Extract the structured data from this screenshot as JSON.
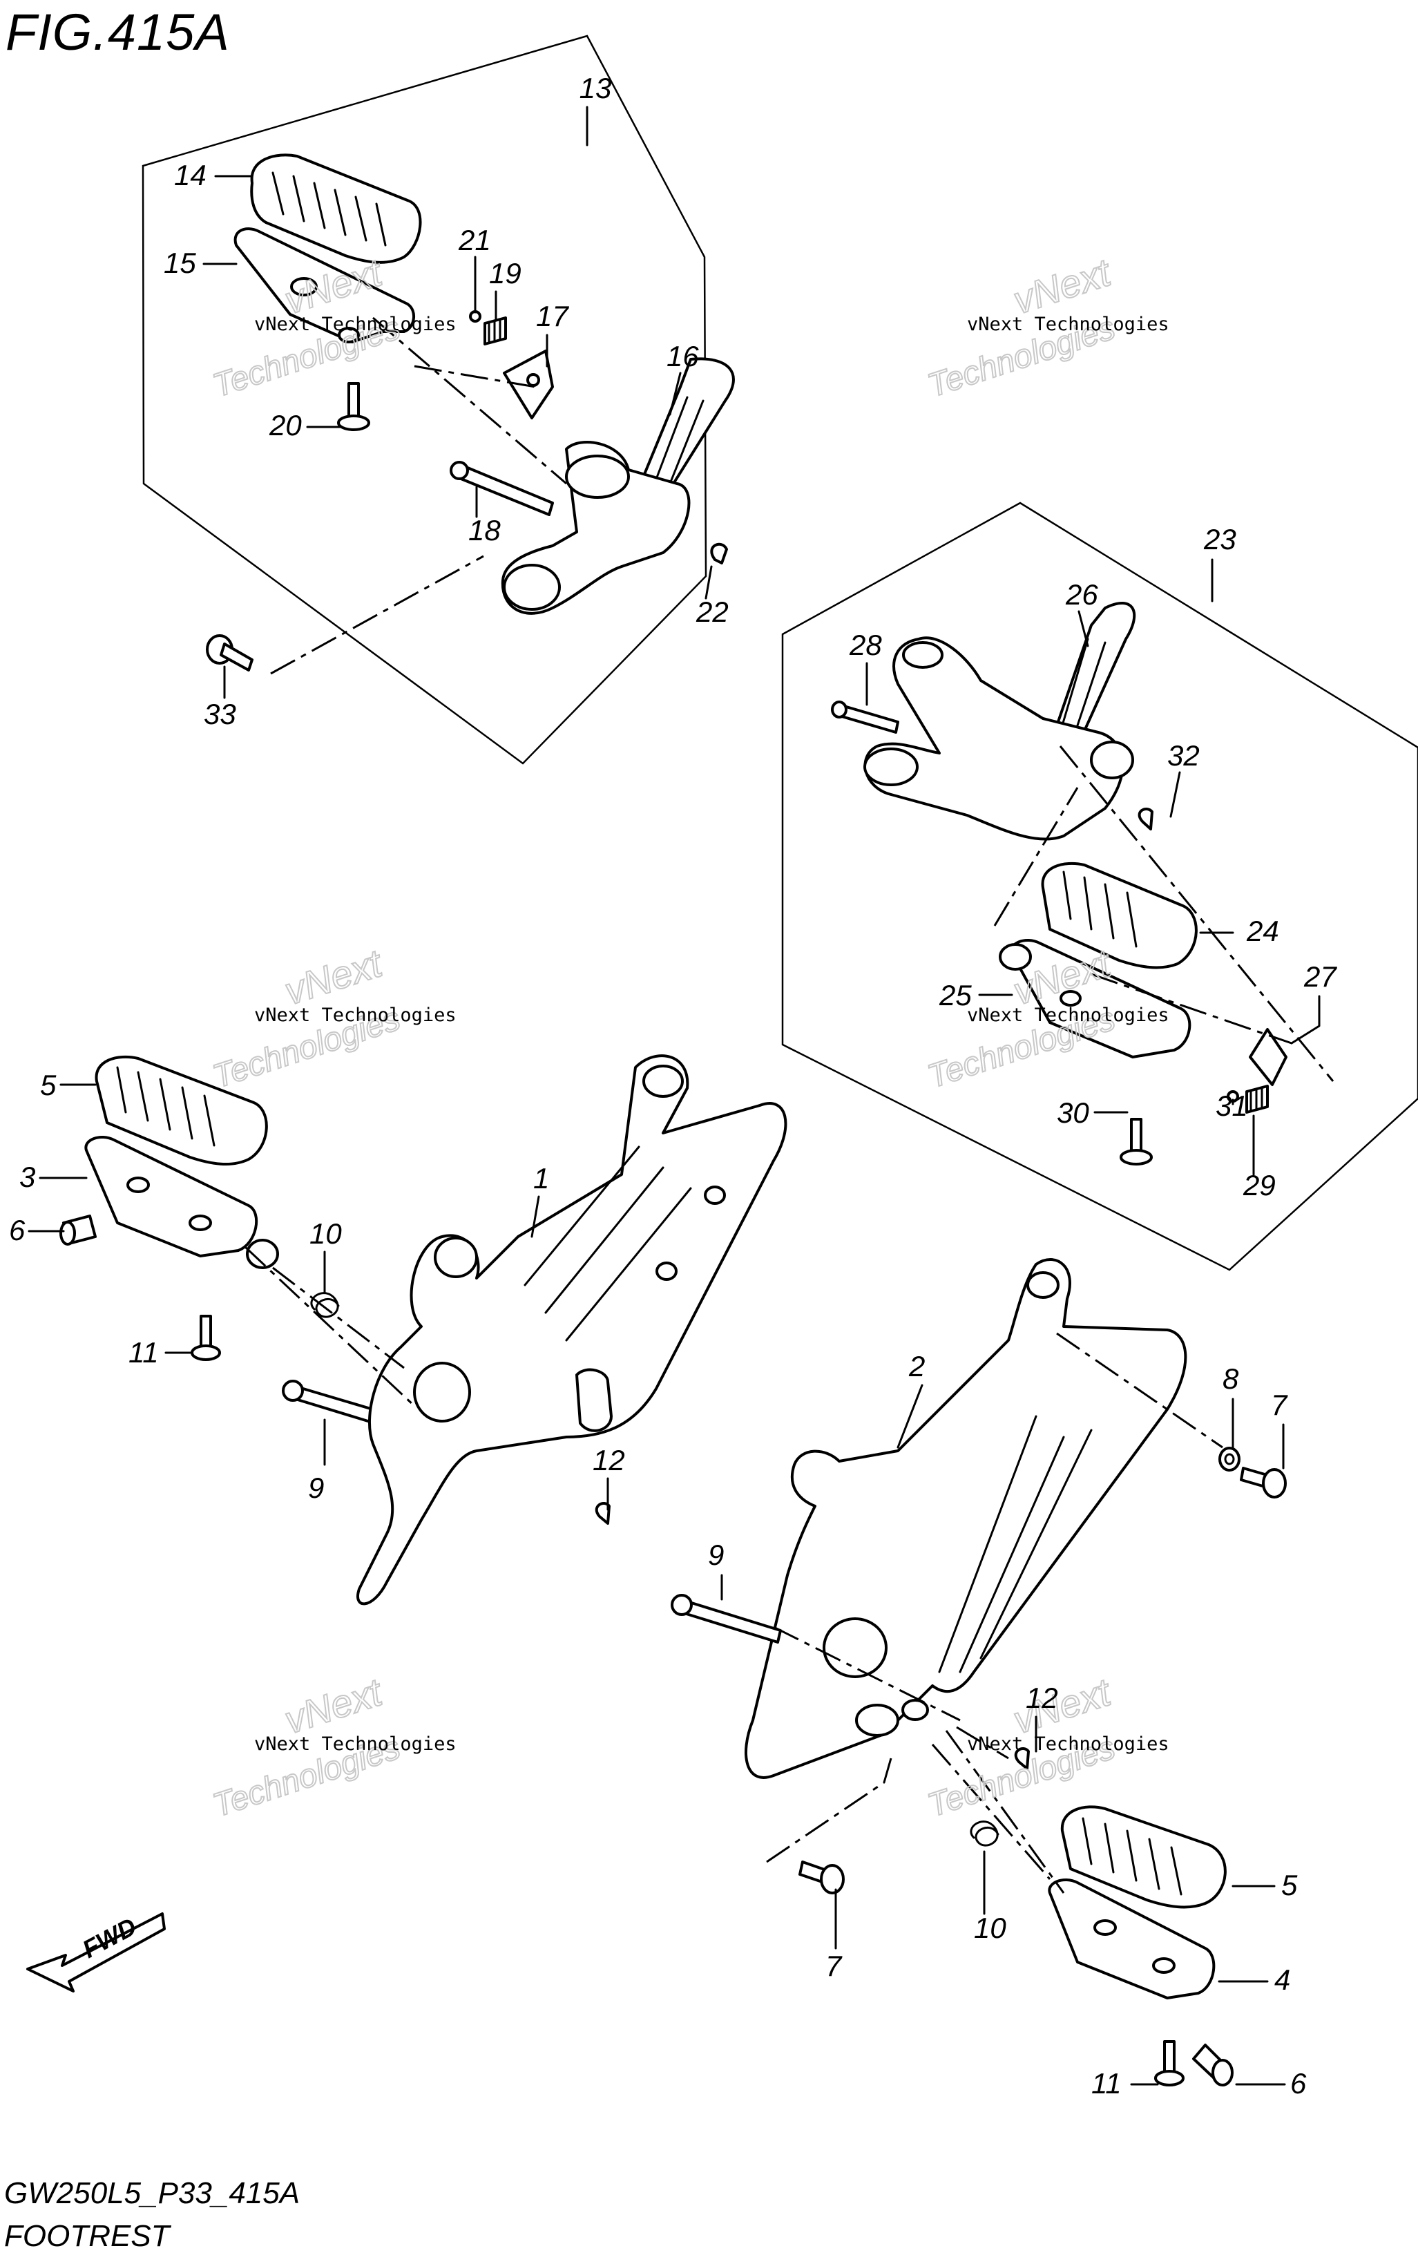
{
  "figure": {
    "title": "FIG.415A",
    "code": "GW250L5_P33_415A",
    "caption": "FOOTREST",
    "fwd_label": "FWD"
  },
  "watermark": {
    "company": "vNext Technologies",
    "line1": "vNext",
    "line2": "Technologies"
  },
  "callouts": [
    "13",
    "14",
    "15",
    "21",
    "19",
    "17",
    "16",
    "20",
    "18",
    "22",
    "33",
    "23",
    "26",
    "28",
    "32",
    "24",
    "25",
    "27",
    "30",
    "31",
    "29",
    "5",
    "3",
    "6",
    "1",
    "10",
    "11",
    "9",
    "12",
    "2",
    "8",
    "7",
    "9",
    "12",
    "5",
    "7",
    "10",
    "4",
    "11",
    "6"
  ]
}
